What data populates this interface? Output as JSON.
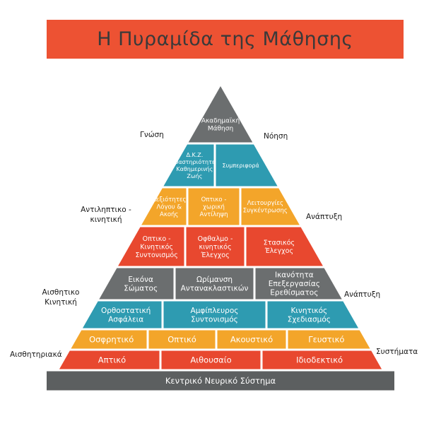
{
  "title": "Η Πυραμίδα της Μάθησης",
  "colors": {
    "title_bg": "#ed5233",
    "gray": "#6b6e6f",
    "teal": "#2e9bb1",
    "amber": "#f3a52a",
    "red": "#e8482f",
    "dark": "#5c5f60",
    "divider": "#ffffff"
  },
  "side_labels": {
    "gnosi": "Γνώση",
    "noisi": "Νόηση",
    "antiliptiko": "Αντιληπτικο -\nκινητική",
    "anaptyxi_1": "Ανάπτυξη",
    "aisthitiko": "Αισθητικο\nΚινητική",
    "anaptyxi_2": "Ανάπτυξη",
    "aisthitiriaka": "Αισθητηριακά",
    "systimata": "Συστήματα"
  },
  "levels": [
    {
      "color": "gray",
      "cells": [
        {
          "label": "Ακαδημαϊκή\nΜάθηση"
        }
      ]
    },
    {
      "color": "teal",
      "cells": [
        {
          "label": "Δ.Κ.Ζ.\nΔραστηριότητες\nΚαθημερινής\nΖωής"
        },
        {
          "label": "Συμπεριφορά"
        }
      ]
    },
    {
      "color": "amber",
      "cells": [
        {
          "label": "Δεξιότητες\nΛόγου &\nΑκοής"
        },
        {
          "label": "Οπτικο -\nχωρική\nΑντίληψη"
        },
        {
          "label": "Λειτουργίες\nΣυγκέντρωσης"
        }
      ]
    },
    {
      "color": "red",
      "cells": [
        {
          "label": "Οπτικο -\nΚινητικός\nΣυντονισμός"
        },
        {
          "label": "Οφθαλμο -\nκινητικός\nΈλεγχος"
        },
        {
          "label": "Στασικός\nΈλεγχος"
        }
      ]
    },
    {
      "color": "gray",
      "cells": [
        {
          "label": "Εικόνα\nΣώματος"
        },
        {
          "label": "Ωρίμανση\nΑντανακλαστικών"
        },
        {
          "label": "Ικανότητα\nΕπεξεργασίας\nΕρεθίσματος"
        }
      ]
    },
    {
      "color": "teal",
      "cells": [
        {
          "label": "Ορθοστατική\nΑσφάλεια"
        },
        {
          "label": "Αμφίπλευρος\nΣυντονισμός"
        },
        {
          "label": "Κινητικός\nΣχεδιασμός"
        }
      ]
    },
    {
      "color": "amber",
      "cells": [
        {
          "label": "Οσφρητικό"
        },
        {
          "label": "Οπτικό"
        },
        {
          "label": "Ακουστικό"
        },
        {
          "label": "Γευστικό"
        }
      ]
    },
    {
      "color": "red",
      "cells": [
        {
          "label": "Απτικό"
        },
        {
          "label": "Αιθουσαίο"
        },
        {
          "label": "Ιδιοδεκτικό"
        }
      ]
    },
    {
      "color": "dark",
      "cells": [
        {
          "label": "Κεντρικό Νευρικό Σύστημα"
        }
      ]
    }
  ]
}
